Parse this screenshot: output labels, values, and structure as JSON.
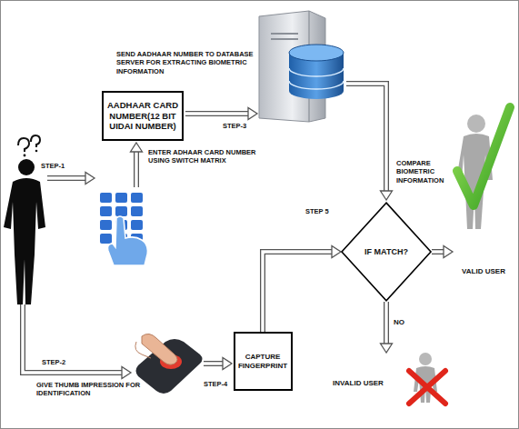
{
  "diagram": {
    "nodes": [
      {
        "text": [
          "AADHAAR CARD NUMBER(12 BIT UIDAI NUMBER)"
        ]
      },
      {
        "text": [
          "CAPTURE FINGERPRINT"
        ]
      },
      {
        "text": [
          "IF MATCH?"
        ]
      },
      {
        "text": [
          "VALID USER"
        ]
      },
      {
        "text": [
          "INVALID USER"
        ]
      }
    ],
    "edges": [
      {
        "from": 1,
        "to": 2,
        "arrow": "to"
      },
      {
        "from": 2,
        "to": 3,
        "arrow": "to"
      },
      {
        "from": 2,
        "to": 4,
        "arrow": "to",
        "label": "NO"
      }
    ],
    "labels": [
      "SEND AADHAAR NUMBER TO DATABASE SERVER FOR EXTRACTING BIOMETRIC INFORMATION",
      "STEP-3",
      "ENTER ADHAAR CARD NUMBER USING SWITCH MATRIX",
      "STEP-1",
      "STEP 5",
      "COMPARE BIOMETRIC INFORMATION",
      "STEP-2",
      "GIVE THUMB IMPRESSION FOR IDENTIFICATION",
      "STEP-4"
    ]
  }
}
